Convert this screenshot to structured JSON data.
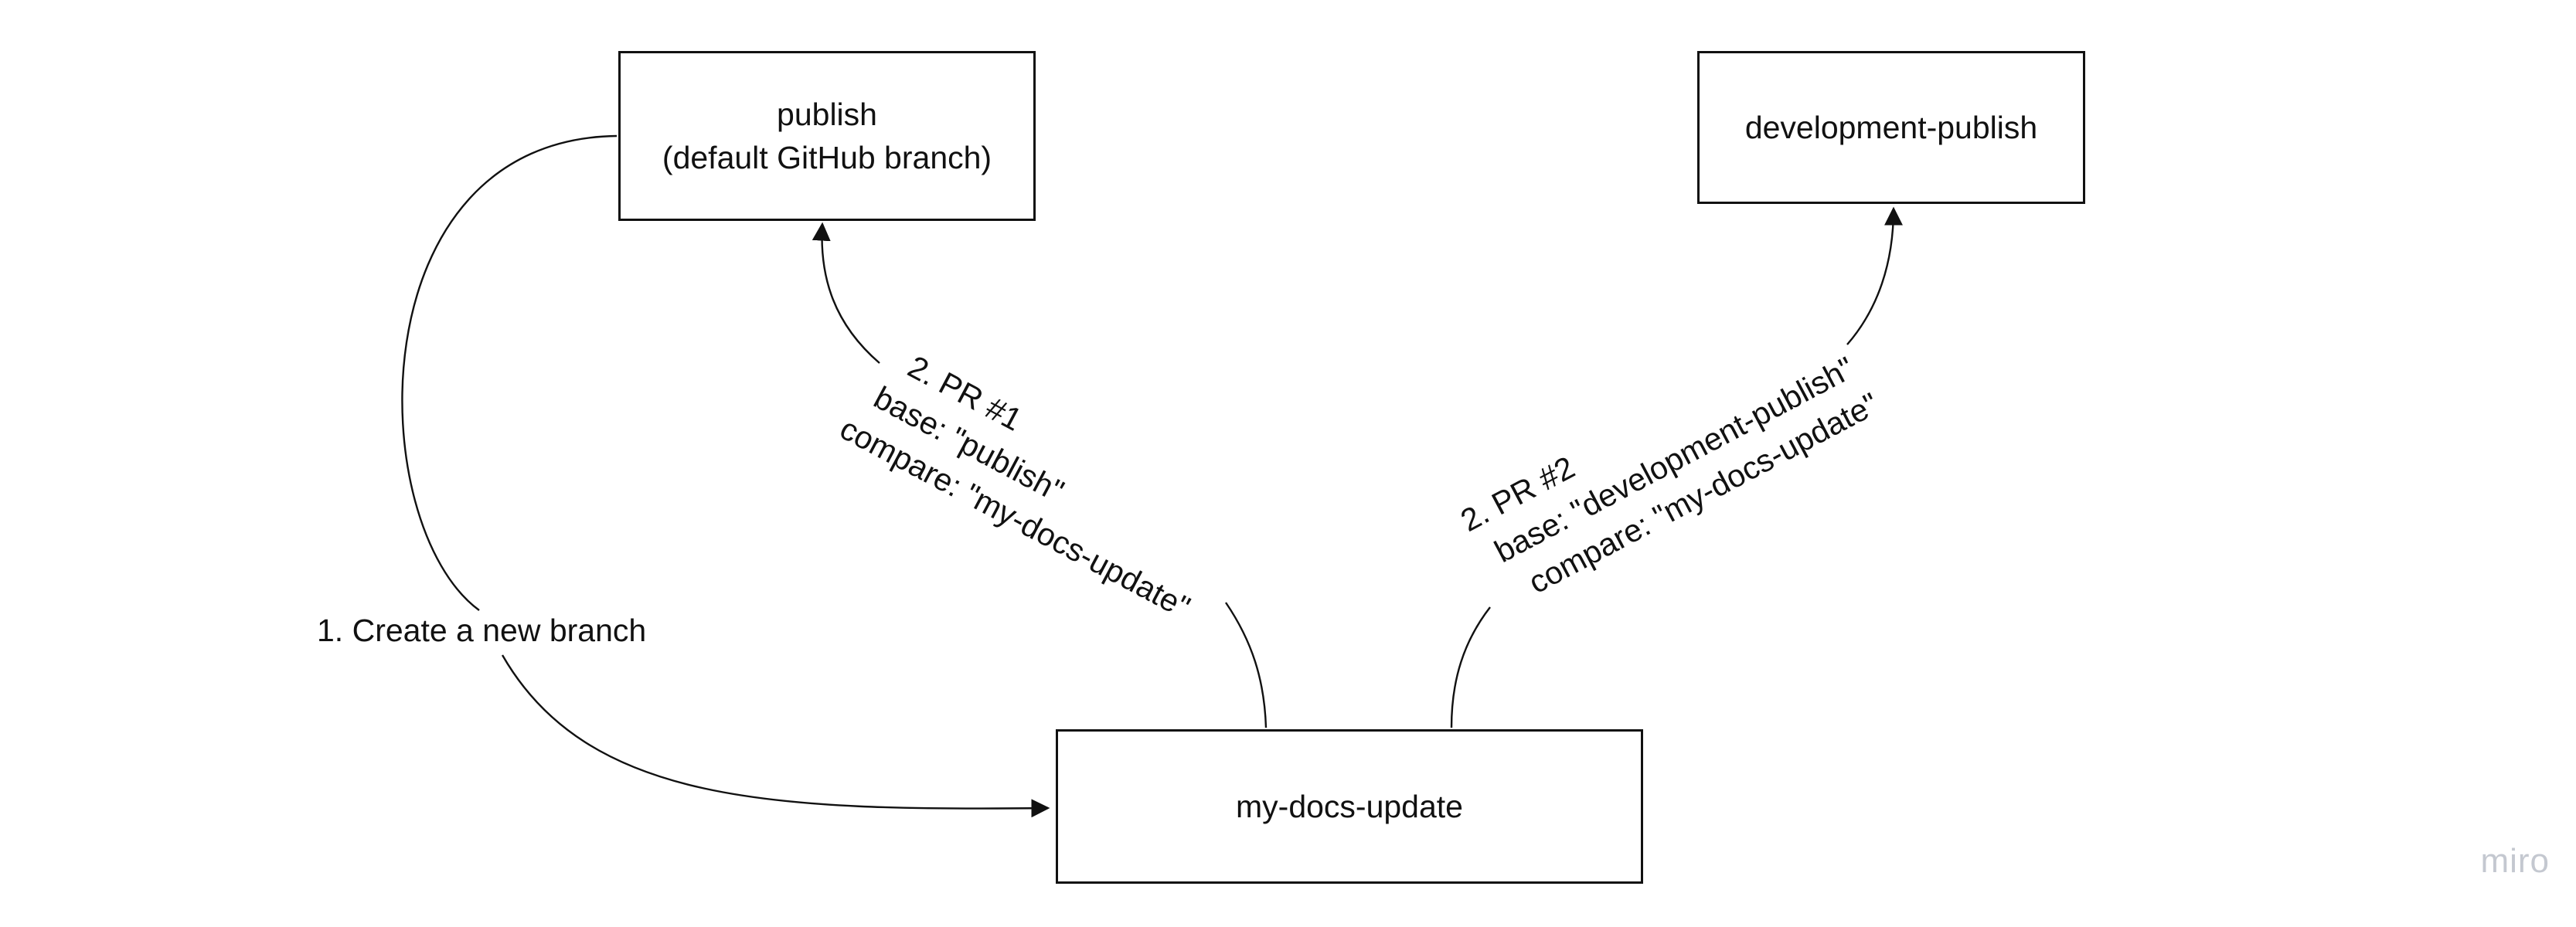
{
  "nodes": {
    "publish": {
      "line1": "publish",
      "line2": "(default GitHub branch)"
    },
    "development_publish": {
      "label": "development-publish"
    },
    "my_docs_update": {
      "label": "my-docs-update"
    }
  },
  "edges": {
    "create_branch": {
      "label": "1. Create a new branch"
    },
    "pr1": {
      "line1": "2. PR #1",
      "line2": "base: \"publish\"",
      "line3": "compare: \"my-docs-update\""
    },
    "pr2": {
      "line1": "2. PR #2",
      "line2": "base: \"development-publish\"",
      "line3": "compare: \"my-docs-update\""
    }
  },
  "watermark": "miro",
  "colors": {
    "stroke": "#111111",
    "watermark": "#c4c8d0"
  }
}
